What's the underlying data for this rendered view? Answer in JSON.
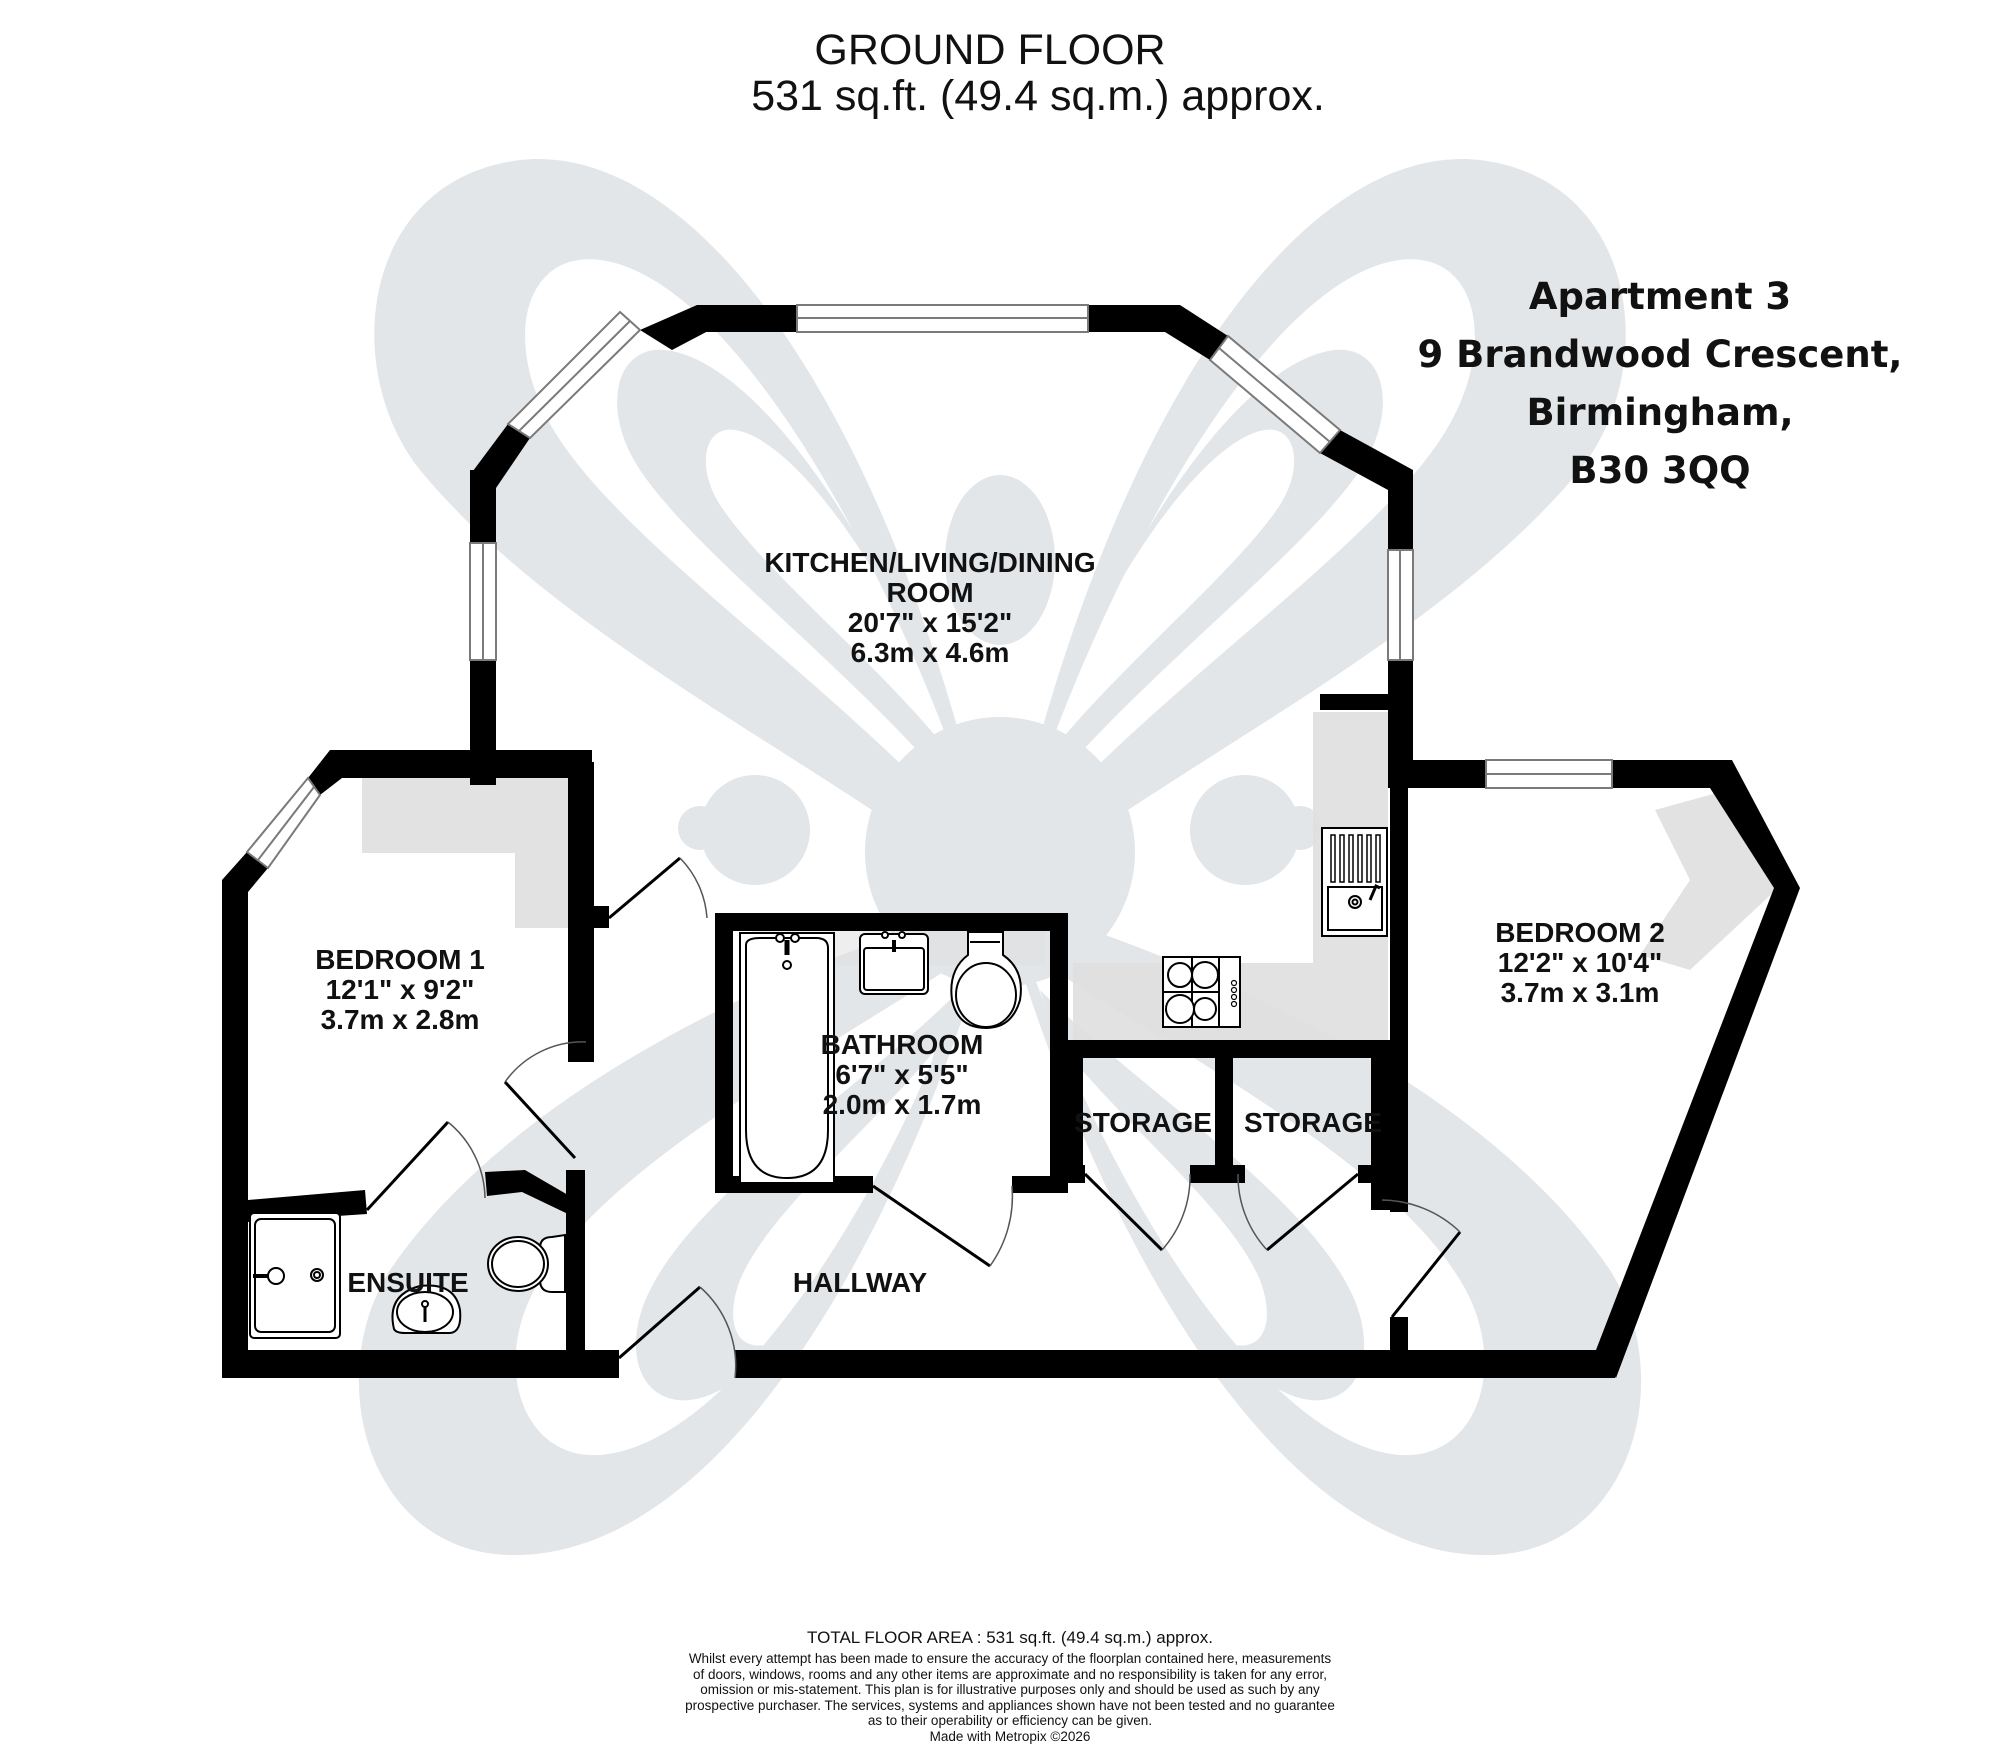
{
  "header": {
    "floor_title": "GROUND FLOOR",
    "floor_area": "531 sq.ft. (49.4 sq.m.) approx."
  },
  "address": {
    "line1": "Apartment 3",
    "line2": "9 Brandwood Crescent,",
    "line3": "Birmingham,",
    "line4": "B30 3QQ"
  },
  "rooms": {
    "kitchen": {
      "name_line1": "KITCHEN/LIVING/DINING",
      "name_line2": "ROOM",
      "imperial": "20'7\"  x 15'2\"",
      "metric": "6.3m  x 4.6m"
    },
    "bedroom1": {
      "name": "BEDROOM 1",
      "imperial": "12'1\"  x 9'2\"",
      "metric": "3.7m  x 2.8m"
    },
    "bathroom": {
      "name": "BATHROOM",
      "imperial": "6'7\"  x 5'5\"",
      "metric": "2.0m  x 1.7m"
    },
    "bedroom2": {
      "name": "BEDROOM 2",
      "imperial": "12'2\"  x 10'4\"",
      "metric": "3.7m  x 3.1m"
    },
    "storage1": {
      "name": "STORAGE"
    },
    "storage2": {
      "name": "STORAGE"
    },
    "ensuite": {
      "name": "ENSUITE"
    },
    "hallway": {
      "name": "HALLWAY"
    }
  },
  "footer": {
    "total_area": "TOTAL FLOOR AREA : 531 sq.ft. (49.4 sq.m.) approx.",
    "disclaimer_line1": "Whilst every attempt has been made to ensure the accuracy of the floorplan contained here, measurements",
    "disclaimer_line2": "of doors, windows, rooms and any other items are approximate and no responsibility is taken for any error,",
    "disclaimer_line3": "omission or mis-statement. This plan is for illustrative purposes only and should be used as such by any",
    "disclaimer_line4": "prospective purchaser. The services, systems and appliances shown have not been tested and no guarantee",
    "disclaimer_line5": "as to their operability or efficiency can be given.",
    "credit": "Made with Metropix ©2026"
  },
  "colors": {
    "wall": "#000000",
    "watermark": "#e3e6e9",
    "fitted_units": "#e0e0e0",
    "window_line": "#7a7a7a",
    "background": "#ffffff"
  }
}
